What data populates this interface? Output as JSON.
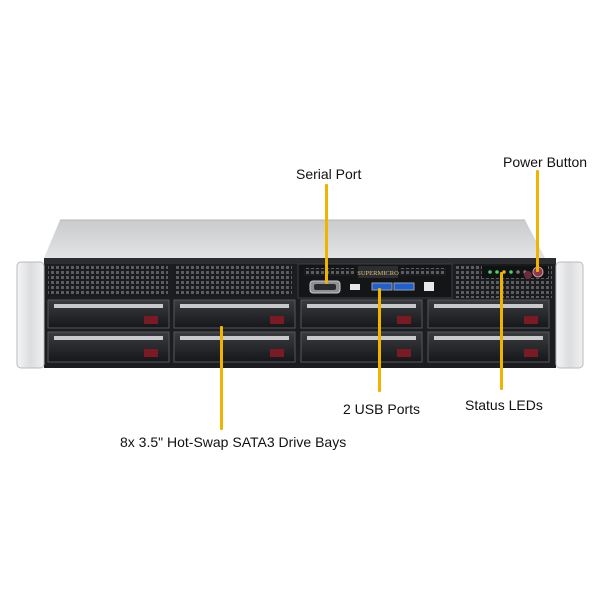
{
  "product": {
    "brand_logo_text": "SUPERMICRO",
    "usb_glyph": "⇌"
  },
  "callouts": {
    "serial_port": "Serial Port",
    "power_button": "Power Button",
    "usb_ports": "2 USB Ports",
    "status_leds": "Status LEDs",
    "drive_bays": "8x 3.5\" Hot-Swap SATA3 Drive Bays"
  },
  "colors": {
    "callout_line": "#f0b400",
    "chassis_top": "#d7d9db",
    "front_panel": "#1b1c1e",
    "rack_ear": "#e9eaeb",
    "drive_latch": "#7a1a24"
  }
}
